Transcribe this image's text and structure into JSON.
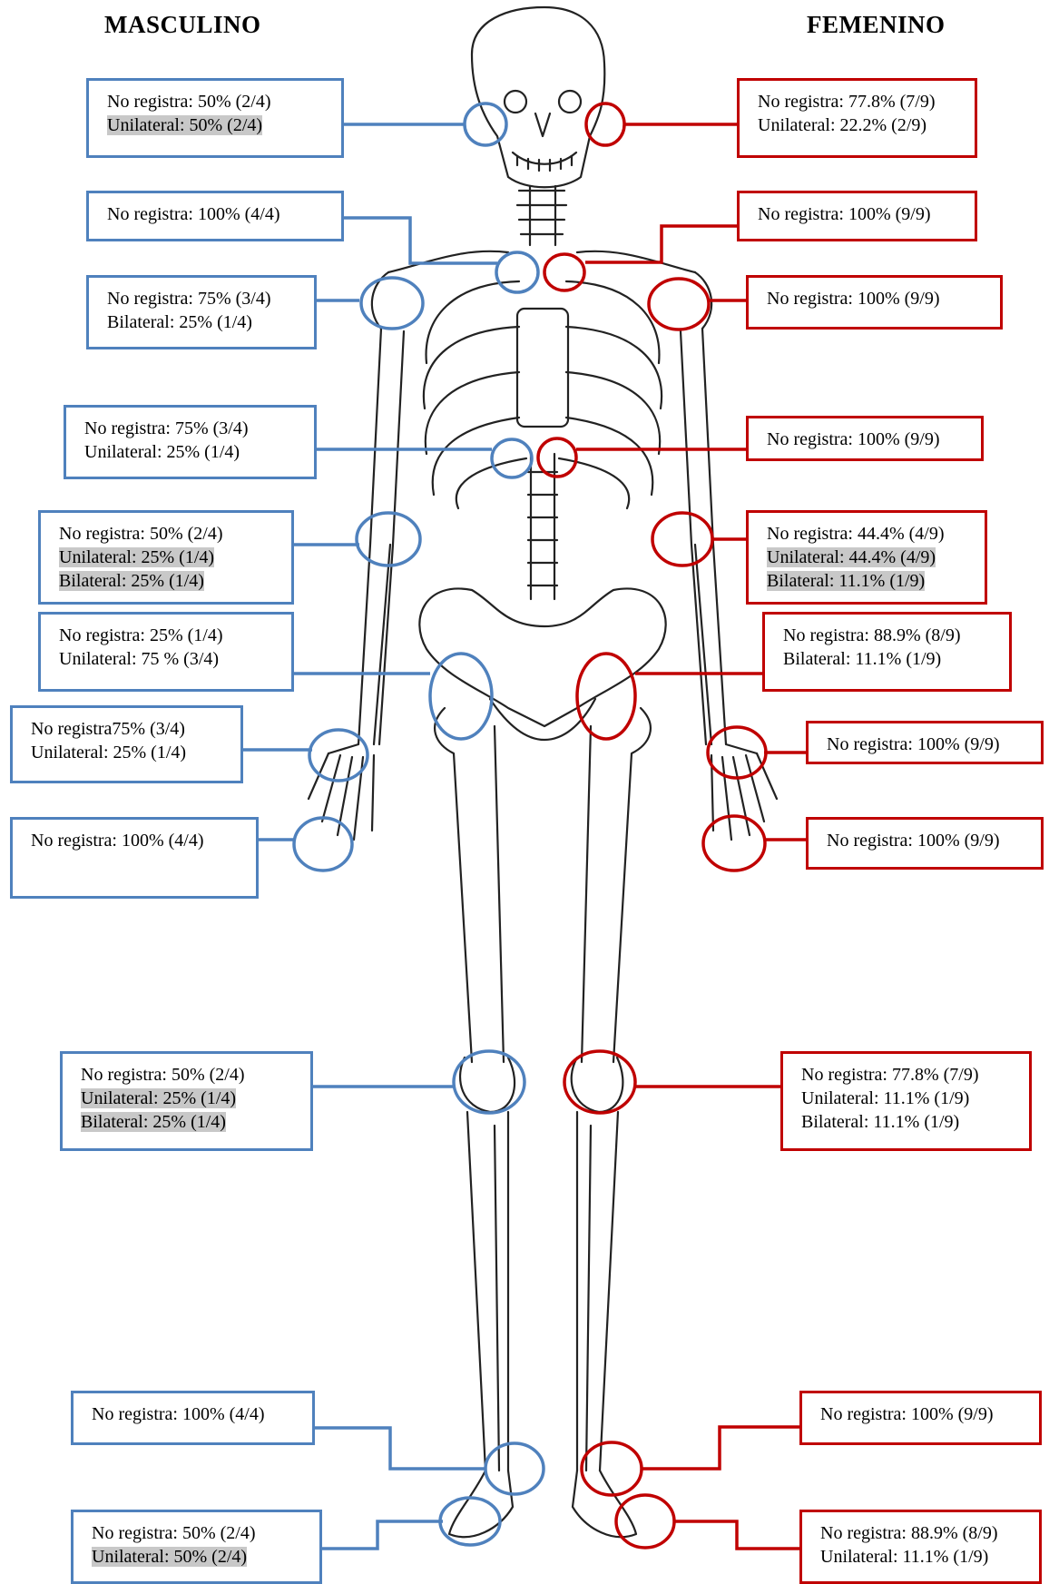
{
  "headings": {
    "left": "MASCULINO",
    "right": "FEMENINO"
  },
  "colors": {
    "masculino": "#4f81bd",
    "femenino": "#c00000",
    "highlight": "#c8c8c8",
    "skeleton_outline": "#222222"
  },
  "masculino": [
    {
      "site": "mandibula",
      "lines": [
        {
          "text": "No registra: 50% (2/4)",
          "hl": false
        },
        {
          "text": "Unilateral: 50% (2/4)",
          "hl": true
        }
      ]
    },
    {
      "site": "esternoclavicular",
      "lines": [
        {
          "text": "No registra: 100% (4/4)",
          "hl": false
        }
      ]
    },
    {
      "site": "hombro",
      "lines": [
        {
          "text": "No registra: 75% (3/4)",
          "hl": false
        },
        {
          "text": "Bilateral: 25% (1/4)",
          "hl": false
        }
      ]
    },
    {
      "site": "esternon",
      "lines": [
        {
          "text": "No registra: 75% (3/4)",
          "hl": false
        },
        {
          "text": "Unilateral:  25% (1/4)",
          "hl": false
        }
      ]
    },
    {
      "site": "codo",
      "lines": [
        {
          "text": "No registra: 50% (2/4)",
          "hl": false
        },
        {
          "text": "Unilateral: 25% (1/4)",
          "hl": true
        },
        {
          "text": "Bilateral: 25% (1/4)",
          "hl": true
        }
      ]
    },
    {
      "site": "cadera",
      "lines": [
        {
          "text": "No registra: 25% (1/4)",
          "hl": false
        },
        {
          "text": "Unilateral: 75 % (3/4)",
          "hl": false
        }
      ]
    },
    {
      "site": "muneca",
      "lines": [
        {
          "text": "No registra75% (3/4)",
          "hl": false
        },
        {
          "text": "Unilateral: 25% (1/4)",
          "hl": false
        }
      ]
    },
    {
      "site": "mano",
      "lines": [
        {
          "text": "No registra: 100% (4/4)",
          "hl": false
        }
      ]
    },
    {
      "site": "rodilla",
      "lines": [
        {
          "text": "No registra: 50% (2/4)",
          "hl": false
        },
        {
          "text": "Unilateral: 25% (1/4)",
          "hl": true
        },
        {
          "text": "Bilateral: 25% (1/4)",
          "hl": true
        }
      ]
    },
    {
      "site": "tobillo",
      "lines": [
        {
          "text": "No registra: 100% (4/4)",
          "hl": false
        }
      ]
    },
    {
      "site": "pie",
      "lines": [
        {
          "text": "No registra: 50% (2/4)",
          "hl": false
        },
        {
          "text": "Unilateral: 50% (2/4)",
          "hl": true
        }
      ]
    }
  ],
  "femenino": [
    {
      "site": "mandibula",
      "lines": [
        {
          "text": "No registra: 77.8% (7/9)",
          "hl": false
        },
        {
          "text": "Unilateral: 22.2% (2/9)",
          "hl": false
        }
      ]
    },
    {
      "site": "esternoclavicular",
      "lines": [
        {
          "text": "No registra: 100% (9/9)",
          "hl": false
        }
      ]
    },
    {
      "site": "hombro",
      "lines": [
        {
          "text": "No registra: 100% (9/9)",
          "hl": false
        }
      ]
    },
    {
      "site": "esternon",
      "lines": [
        {
          "text": "No registra: 100% (9/9)",
          "hl": false
        }
      ]
    },
    {
      "site": "codo",
      "lines": [
        {
          "text": "No registra: 44.4% (4/9)",
          "hl": false
        },
        {
          "text": "Unilateral: 44.4% (4/9)",
          "hl": true
        },
        {
          "text": "Bilateral: 11.1% (1/9)",
          "hl": true
        }
      ]
    },
    {
      "site": "cadera",
      "lines": [
        {
          "text": "No registra: 88.9% (8/9)",
          "hl": false
        },
        {
          "text": "Bilateral:  11.1% (1/9)",
          "hl": false
        }
      ]
    },
    {
      "site": "muneca",
      "lines": [
        {
          "text": "No registra: 100% (9/9)",
          "hl": false
        }
      ]
    },
    {
      "site": "mano",
      "lines": [
        {
          "text": "No registra: 100% (9/9)",
          "hl": false
        }
      ]
    },
    {
      "site": "rodilla",
      "lines": [
        {
          "text": "No registra: 77.8% (7/9)",
          "hl": false
        },
        {
          "text": "Unilateral: 11.1% (1/9)",
          "hl": false
        },
        {
          "text": "Bilateral: 11.1% (1/9)",
          "hl": false
        }
      ]
    },
    {
      "site": "tobillo",
      "lines": [
        {
          "text": "No registra: 100% (9/9)",
          "hl": false
        }
      ]
    },
    {
      "site": "pie",
      "lines": [
        {
          "text": "No registra: 88.9% (8/9)",
          "hl": false
        },
        {
          "text": "Unilateral: 11.1% (1/9)",
          "hl": false
        }
      ]
    }
  ]
}
